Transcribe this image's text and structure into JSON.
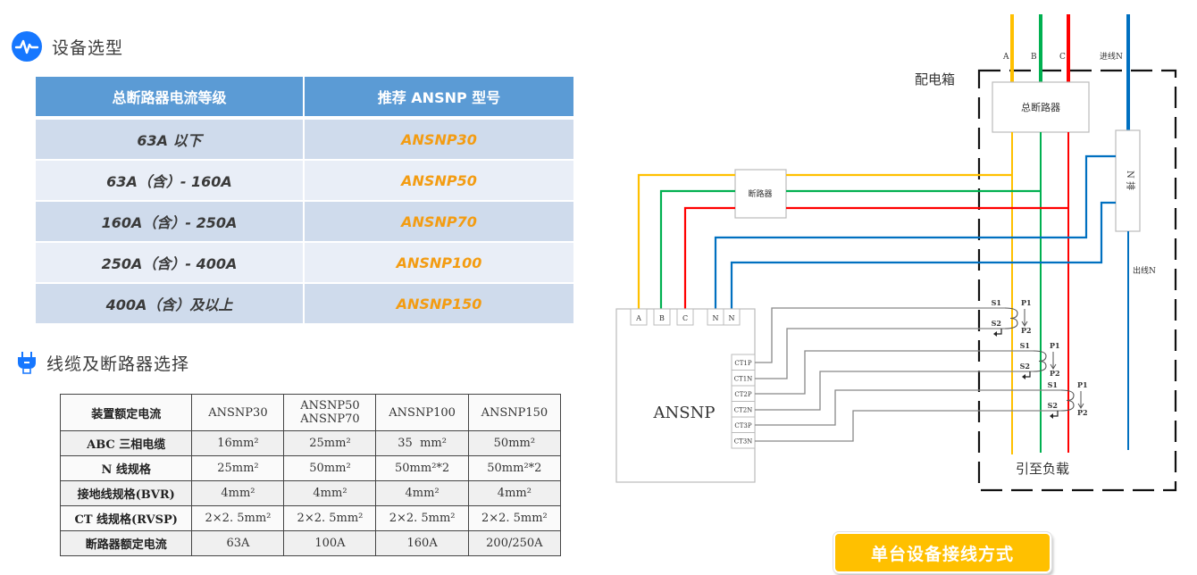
{
  "section1": {
    "title": "设备选型",
    "icon": "pulse-icon",
    "icon_color": "#1677ff"
  },
  "selection_table": {
    "headers": [
      "总断路器电流等级",
      "推荐 ANSNP 型号"
    ],
    "rows": [
      {
        "range": "63A 以下",
        "model": "ANSNP30"
      },
      {
        "range": "63A（含）- 160A",
        "model": "ANSNP50"
      },
      {
        "range": "160A（含）- 250A",
        "model": "ANSNP70"
      },
      {
        "range": "250A（含）- 400A",
        "model": "ANSNP100"
      },
      {
        "range": "400A（含）及以上",
        "model": "ANSNP150"
      }
    ],
    "header_color": "#5b9bd5",
    "model_color": "#f39c12"
  },
  "section2": {
    "title": "线缆及断路器选择",
    "icon": "plug-icon",
    "icon_color": "#1677ff"
  },
  "cable_table": {
    "header": [
      "装置额定电流",
      "ANSNP30",
      "ANSNP50",
      "ANSNP70",
      "ANSNP100",
      "ANSNP150"
    ],
    "rows": [
      {
        "label": "ABC 三相电缆",
        "values": [
          "16mm²",
          "25mm²",
          "35  mm²",
          "50mm²"
        ]
      },
      {
        "label": "N 线规格",
        "values": [
          "25mm²",
          "50mm²",
          "50mm²*2",
          "50mm²*2"
        ]
      },
      {
        "label": "接地线规格(BVR)",
        "values": [
          "4mm²",
          "4mm²",
          "4mm²",
          "4mm²"
        ]
      },
      {
        "label": "CT 线规格(RVSP)",
        "values": [
          "2×2. 5mm²",
          "2×2. 5mm²",
          "2×2. 5mm²",
          "2×2. 5mm²"
        ]
      },
      {
        "label": "断路器额定电流",
        "values": [
          "63A",
          "100A",
          "160A",
          "200/250A"
        ]
      }
    ]
  },
  "diagram": {
    "box_label": "配电箱",
    "phase_labels": [
      "A",
      "B",
      "C"
    ],
    "incoming_n_label": "进线N",
    "main_breaker_label": "总断路器",
    "breaker_label": "断路器",
    "n_bar_label": "N 排",
    "outgoing_n_label": "出线N",
    "load_label": "引至负载",
    "device_label": "ANSNP",
    "device_terminals": [
      "A",
      "B",
      "C",
      "N",
      "N"
    ],
    "ct_terminals": [
      "CT1P",
      "CT1N",
      "CT2P",
      "CT2N",
      "CT3P",
      "CT3N"
    ],
    "ct_labels": {
      "s1": "S1",
      "s2": "S2",
      "p1": "P1",
      "p2": "P2"
    },
    "colors": {
      "A": "#ffc000",
      "B": "#00b050",
      "C": "#ff0000",
      "N": "#0070c0"
    }
  },
  "caption": "单台设备接线方式"
}
